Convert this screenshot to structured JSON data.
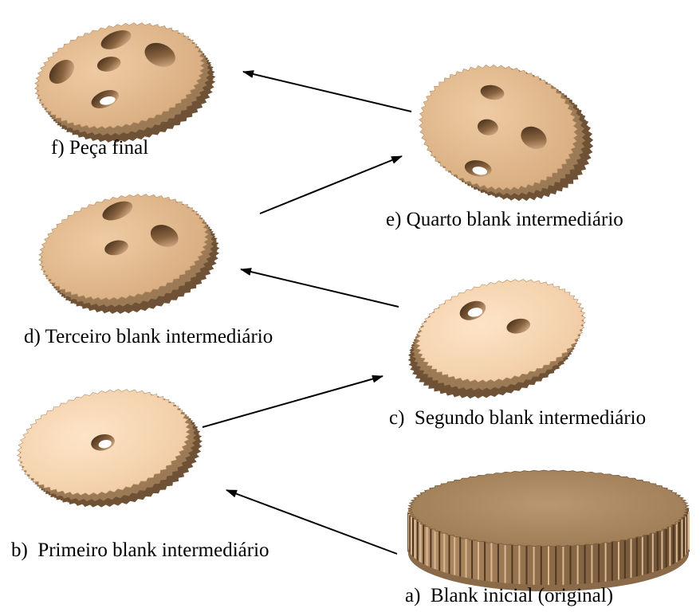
{
  "colors": {
    "gear_face_warm": "#e2b98d",
    "gear_face_light": "#f8d9b6",
    "gear_side": "#a07c55",
    "gear_edge_dark": "#6a4e33",
    "hole_dark": "#2b1d10",
    "hole_highlight": "#ffffff",
    "arrow": "#000000"
  },
  "stages": [
    {
      "id": "a",
      "label": "a)  Blank inicial (original)"
    },
    {
      "id": "b",
      "label": "b)  Primeiro blank intermediário"
    },
    {
      "id": "c",
      "label": "c)  Segundo blank intermediário"
    },
    {
      "id": "d",
      "label": "d) Terceiro blank intermediário"
    },
    {
      "id": "e",
      "label": "e) Quarto blank intermediário"
    },
    {
      "id": "f",
      "label": "f) Peça final"
    }
  ]
}
